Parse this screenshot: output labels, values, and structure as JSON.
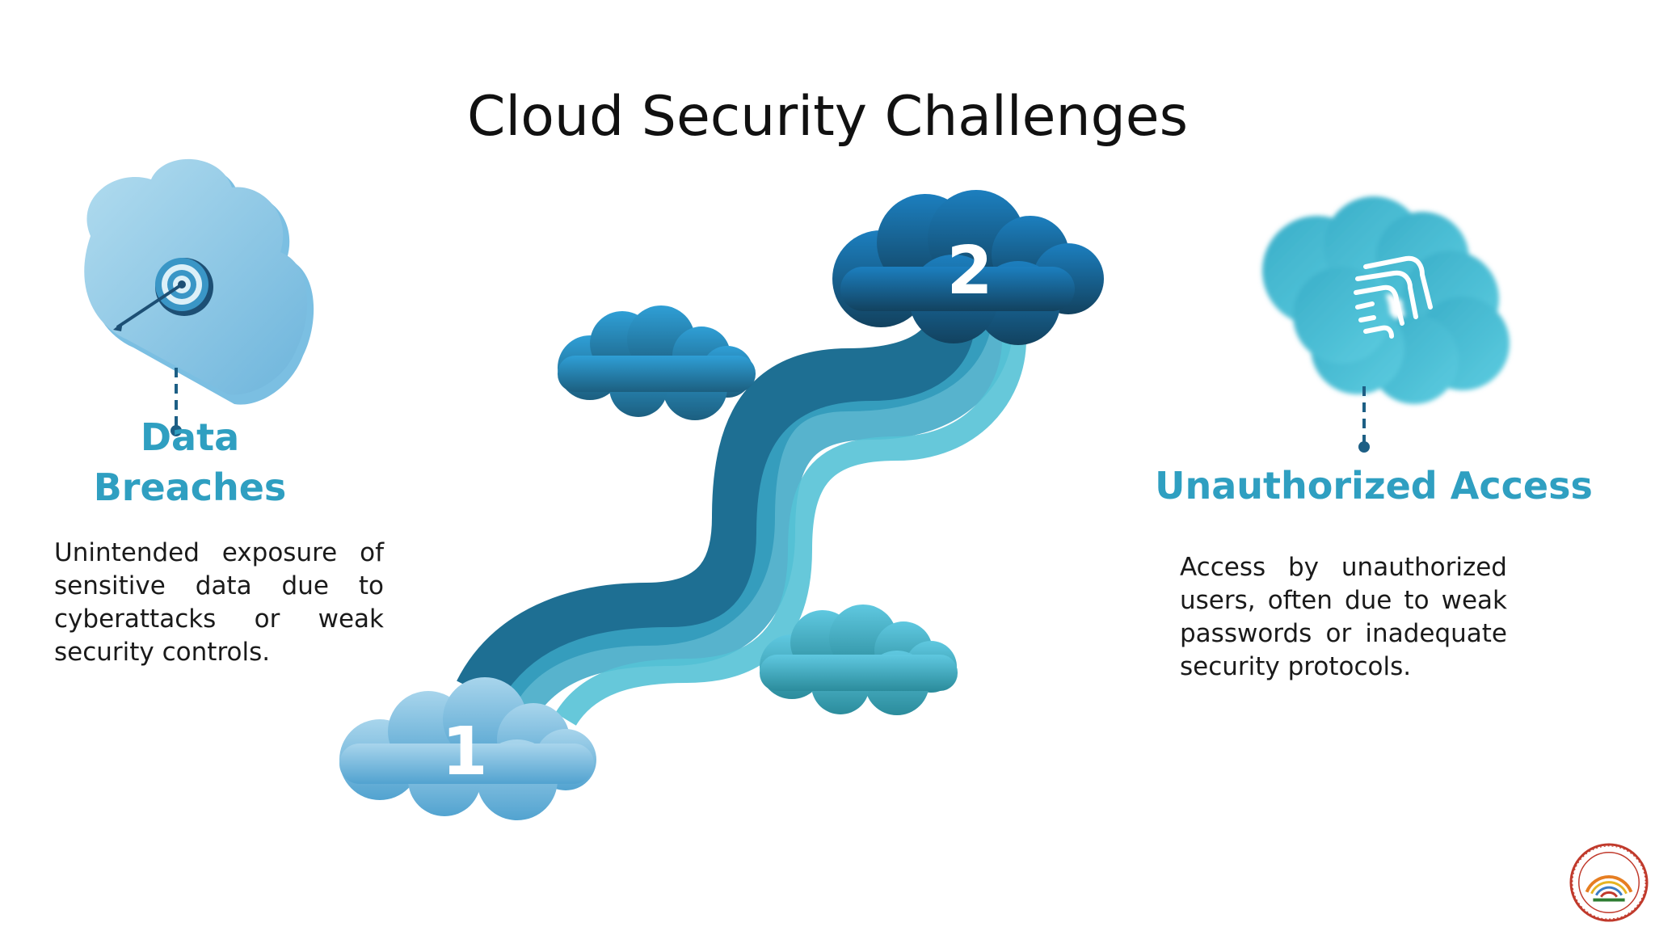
{
  "slide": {
    "title": "Cloud Security Challenges"
  },
  "steps": [
    {
      "number": "1",
      "heading": "Data Breaches",
      "description": "Unintended exposure of sensitive data due to cyberattacks or weak security controls.",
      "icon": "target-icon"
    },
    {
      "number": "2",
      "heading": "Unauthorized Access",
      "description": "Access by unauthorized users, often due to weak passwords or inadequate security protocols.",
      "icon": "fingerprint-icon"
    }
  ],
  "logo": {
    "name": "institution-seal"
  },
  "colors": {
    "accent": "#2f9fc1",
    "dark_cloud": "#175f8a",
    "light_cloud": "#74bde0",
    "text": "#111111"
  }
}
